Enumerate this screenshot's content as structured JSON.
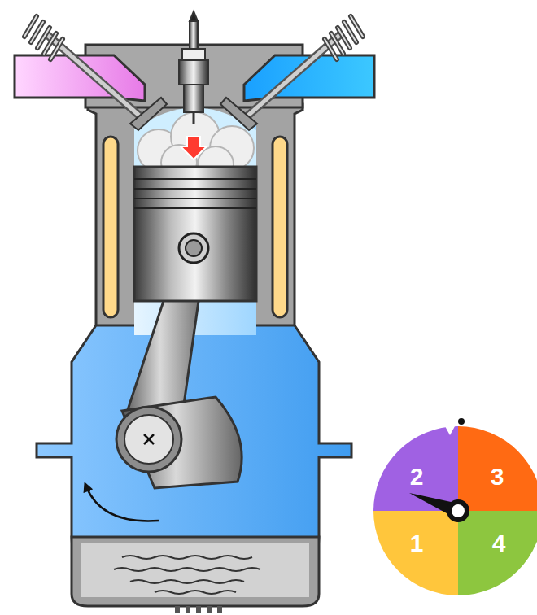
{
  "diagram": {
    "nodes": [
      {
        "text": [
          "2"
        ]
      },
      {
        "text": [
          "3"
        ]
      },
      {
        "text": [
          "1"
        ]
      },
      {
        "text": [
          "4"
        ]
      }
    ]
  }
}
